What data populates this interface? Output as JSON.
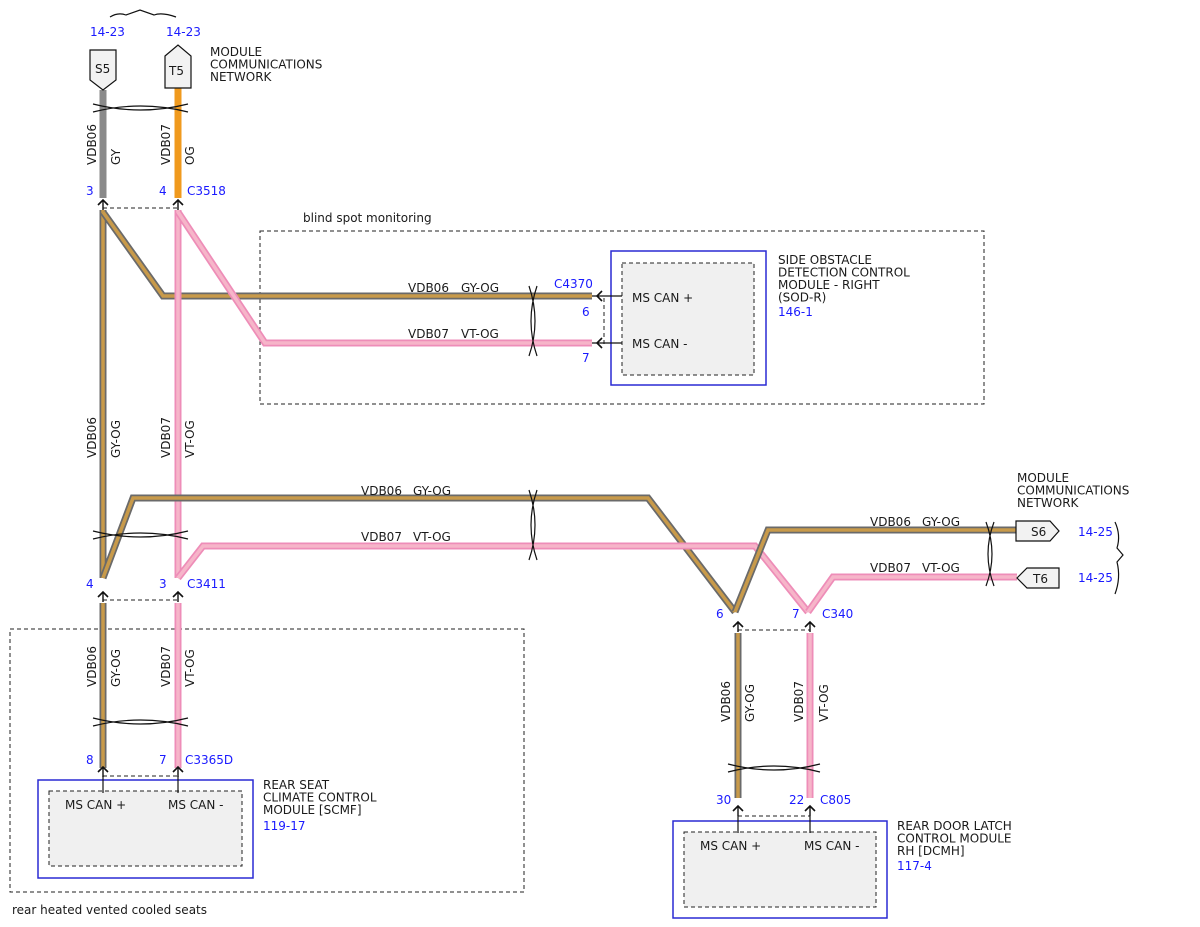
{
  "colors": {
    "gy": "#8a8a8a",
    "og": "#f09a1e",
    "gy_og_outer": "#6a6a6a",
    "gy_og_core": "#c89a4a",
    "vt_og_outer": "#ee8db8",
    "vt_og_core": "#f6b5c9",
    "module_border": "#2a2ad4",
    "ref_text": "#1a1aff"
  },
  "top_left": {
    "ref_s5": "14-23",
    "ref_t5": "14-23",
    "connector_s5": "S5",
    "connector_t5": "T5",
    "network_label": [
      "MODULE",
      "COMMUNICATIONS",
      "NETWORK"
    ],
    "wire_vdb06": "VDB06",
    "wire_gy": "GY",
    "wire_vdb07": "VDB07",
    "wire_og": "OG",
    "pin_3": "3",
    "pin_4": "4",
    "connector": "C3518"
  },
  "blind_spot": {
    "group_label": "blind spot monitoring",
    "wire1_circuit": "VDB06",
    "wire1_color": "GY-OG",
    "wire2_circuit": "VDB07",
    "wire2_color": "VT-OG",
    "connector": "C4370",
    "pin_6": "6",
    "pin_7": "7",
    "module_pin1": "MS CAN +",
    "module_pin2": "MS CAN -",
    "module_name": [
      "SIDE OBSTACLE",
      "DETECTION CONTROL",
      "MODULE - RIGHT",
      "(SOD-R)"
    ],
    "module_ref": "146-1"
  },
  "trunk": {
    "left_circuit": "VDB06",
    "left_color": "GY-OG",
    "right_circuit": "VDB07",
    "right_color": "VT-OG"
  },
  "middle": {
    "wire1_circuit": "VDB06",
    "wire1_color": "GY-OG",
    "wire2_circuit": "VDB07",
    "wire2_color": "VT-OG",
    "pin_4": "4",
    "pin_3": "3",
    "connector": "C3411"
  },
  "right_network": {
    "network_label": [
      "MODULE",
      "COMMUNICATIONS",
      "NETWORK"
    ],
    "wire1_circuit": "VDB06",
    "wire1_color": "GY-OG",
    "wire2_circuit": "VDB07",
    "wire2_color": "VT-OG",
    "connector_s6": "S6",
    "connector_t6": "T6",
    "ref_s6": "14-25",
    "ref_t6": "14-25"
  },
  "c340": {
    "pin_6": "6",
    "pin_7": "7",
    "connector": "C340",
    "left_circuit": "VDB06",
    "left_color": "GY-OG",
    "right_circuit": "VDB07",
    "right_color": "VT-OG",
    "pin_30": "30",
    "pin_22": "22",
    "connector_bottom": "C805"
  },
  "rear_seat": {
    "left_circuit": "VDB06",
    "left_color": "GY-OG",
    "right_circuit": "VDB07",
    "right_color": "VT-OG",
    "pin_8": "8",
    "pin_7": "7",
    "connector": "C3365D",
    "module_pin1": "MS CAN +",
    "module_pin2": "MS CAN -",
    "module_name": [
      "REAR SEAT",
      "CLIMATE CONTROL",
      "MODULE [SCMF]"
    ],
    "module_ref": "119-17",
    "group_label": "rear heated vented cooled seats"
  },
  "door_latch": {
    "module_pin1": "MS CAN +",
    "module_pin2": "MS CAN -",
    "module_name": [
      "REAR DOOR LATCH",
      "CONTROL MODULE",
      "RH [DCMH]"
    ],
    "module_ref": "117-4"
  }
}
